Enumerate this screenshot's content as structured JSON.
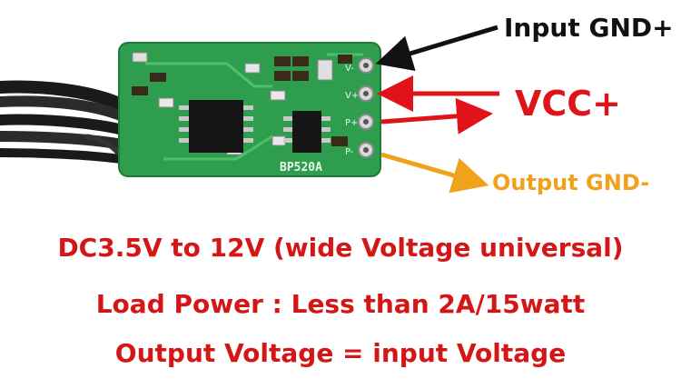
{
  "labels": {
    "input_gnd": "Input GND+",
    "vcc": "VCC+",
    "output_gnd": "Output GND-"
  },
  "board": {
    "silkscreen_model": "BP520A",
    "pin_labels": [
      "V-",
      "V+",
      "P+",
      "P-"
    ]
  },
  "specs": [
    "DC3.5V to 12V (wide Voltage universal)",
    "Load Power : Less than 2A/15watt",
    "Output Voltage = input Voltage"
  ],
  "colors": {
    "pcb_green": "#2e9e4e",
    "label_black": "#111111",
    "vcc_red": "#e0121a",
    "output_orange": "#f0a21a",
    "spec_red": "#d41616"
  }
}
